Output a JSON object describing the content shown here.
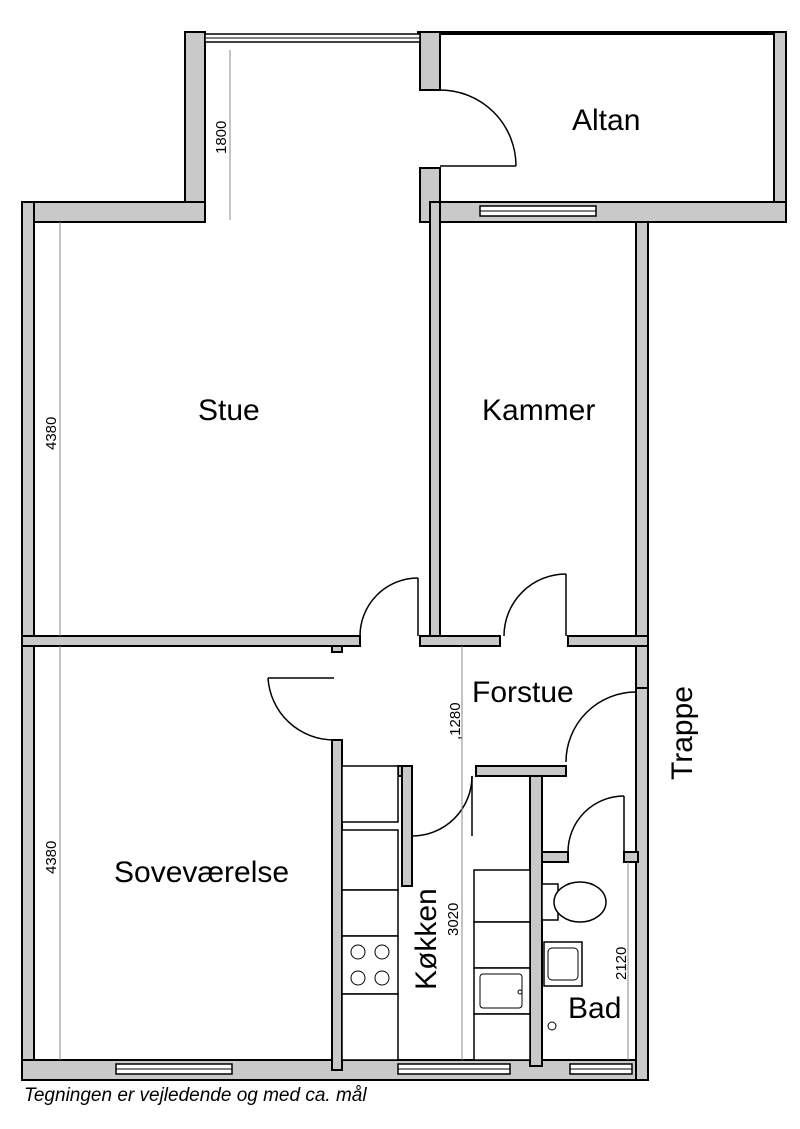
{
  "rooms": {
    "altan": "Altan",
    "stue": "Stue",
    "kammer": "Kammer",
    "forstue": "Forstue",
    "trappe": "Trappe",
    "sovevaerelse": "Soveværelse",
    "kokken": "Køkken",
    "bad": "Bad"
  },
  "dimensions": {
    "stue_top": "1800",
    "stue_left": "4380",
    "sove_left": "4380",
    "forstue": ",1280",
    "kokken": "3020",
    "bad": "2120"
  },
  "caption": "Tegningen er vejledende og med ca. mål"
}
